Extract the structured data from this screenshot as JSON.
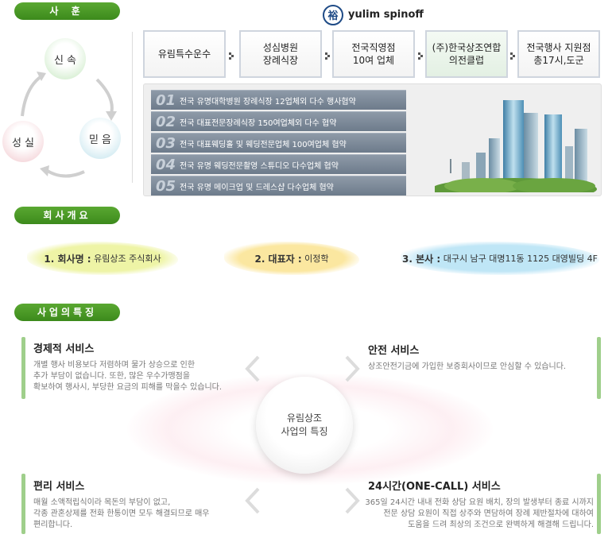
{
  "brand": {
    "logo_glyph": "裕",
    "name": "yulim spinoff"
  },
  "sections": {
    "motto": "사 훈",
    "overview": "회사개요",
    "features": "사업의특징"
  },
  "cycle": {
    "node1": "신 속",
    "node2": "믿 음",
    "node3": "성 실"
  },
  "partners": [
    {
      "line1": "유림특수운수",
      "line2": ""
    },
    {
      "line1": "성심병원",
      "line2": "장례식장"
    },
    {
      "line1": "전국직영점",
      "line2": "10여 업체"
    },
    {
      "line1": "(주)한국상조연합",
      "line2": "의전클럽"
    },
    {
      "line1": "전국행사 지원점",
      "line2": "총17시,도군"
    }
  ],
  "achievements": [
    {
      "num": "01",
      "text": "전국 유명대학병원 장례식장 12업체외 다수 행사협약"
    },
    {
      "num": "02",
      "text": "전국 대표전문장례식장 150여업체외 다수 협약"
    },
    {
      "num": "03",
      "text": "전국 대표웨딩홀 및 웨딩전문업체 100여업체 협약"
    },
    {
      "num": "04",
      "text": "전국 유명 웨딩전문촬영 스튜디오 다수업체 협약"
    },
    {
      "num": "05",
      "text": "전국 유명 메이크업 및 드레스샵 다수업체 협약"
    }
  ],
  "overview": [
    {
      "label": "1. 회사명 :",
      "value": "유림상조 주식회사"
    },
    {
      "label": "2. 대표자 :",
      "value": "이정학"
    },
    {
      "label": "3. 본사 :",
      "value": "대구시 남구 대명11동 1125 대영빌딩 4F"
    }
  ],
  "center": {
    "line1": "유림상조",
    "line2": "사업의 특징"
  },
  "features": {
    "economic": {
      "title": "경제적 서비스",
      "lines": [
        "개별 행사 비용보다 저렴하며 물가 상승으로 인한",
        "추가 부담이 없습니다. 또한, 많은 우수가맹점을",
        "확보하여 행사시, 부당한 요금의 피해를 막을수 있습니다."
      ]
    },
    "safety": {
      "title": "안전 서비스",
      "lines": [
        "상조안전기금에 가입한 보증회사이므로 안심할 수 있습니다."
      ]
    },
    "convenience": {
      "title": "편리 서비스",
      "lines": [
        "매월 소액적립식이라 목돈의 부담이 없고,",
        "각종 관혼상제를 전화 한통이면 모두 해결되므로 매우",
        "편리합니다."
      ]
    },
    "allday": {
      "title": "24시간(ONE-CALL) 서비스",
      "lines": [
        "365일 24시간 내내 전화 상담 요원 배치, 장의 발생부터 종료 시까지",
        "전문 상담 요원이 직접 상주와  면담하여 장례 제반절차에 대하여",
        "도움을 드려 최상의 조건으로 완벽하게 해결해 드립니다."
      ]
    }
  },
  "colors": {
    "accent_green": "#4a9a26",
    "feature_bar": "#9fcf8b",
    "list_row": "#7b8898"
  }
}
